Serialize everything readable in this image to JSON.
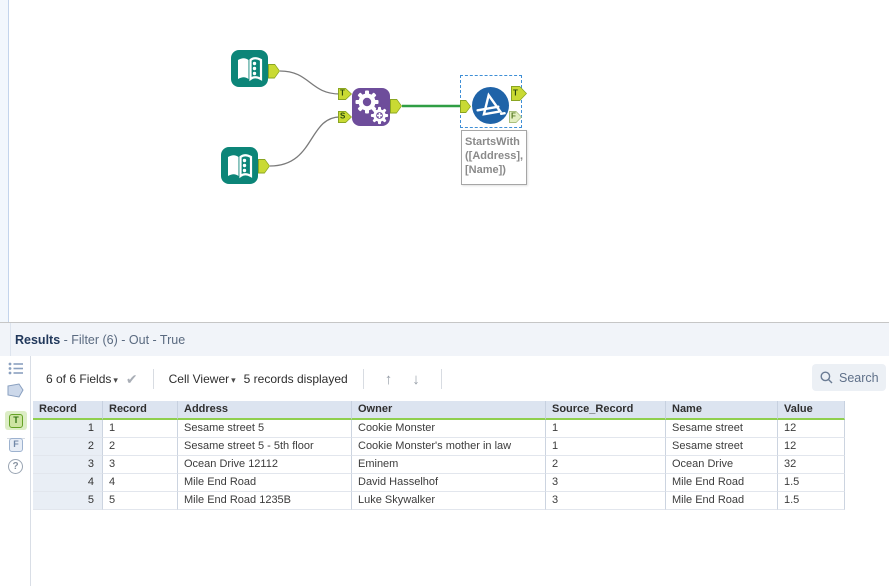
{
  "canvas": {
    "tools": {
      "input1": {
        "name": "input-data-tool"
      },
      "input2": {
        "name": "input-data-tool"
      },
      "append_fields": {
        "name": "append-fields-tool",
        "input_top": "T",
        "input_bottom": "S"
      },
      "filter": {
        "name": "filter-tool",
        "output_true": "T",
        "output_false": "F"
      }
    },
    "annotation_text": "StartsWith\n([Address],\n[Name])",
    "colors": {
      "input_teal": "#0c8578",
      "append_purple": "#6e4d9b",
      "filter_blue": "#1f63a8",
      "anchor_green": "#c9da33",
      "wire_green": "#2f9e44",
      "selection_blue": "#3f8fd6",
      "header_underline_green": "#8fcf4e"
    }
  },
  "results": {
    "title": "Results",
    "subtitle": " - Filter (6) - Out - True",
    "toolbar": {
      "fields_label": "6 of 6 Fields",
      "cell_viewer_label": "Cell Viewer",
      "records_label": "5 records displayed"
    },
    "icons": {
      "chevron_down": "▾",
      "check": "✔",
      "arrow_up": "↑",
      "arrow_down": "↓",
      "help": "?"
    },
    "rail": {
      "true_label": "T",
      "false_label": "F"
    },
    "search": {
      "placeholder": "Search"
    },
    "table": {
      "columns": [
        "Record",
        "Record",
        "Address",
        "Owner",
        "Source_Record",
        "Name",
        "Value"
      ],
      "rows": [
        [
          "1",
          "1",
          "Sesame street 5",
          "Cookie Monster",
          "1",
          "Sesame street",
          "12"
        ],
        [
          "2",
          "2",
          "Sesame street 5 - 5th floor",
          "Cookie Monster's mother in law",
          "1",
          "Sesame street",
          "12"
        ],
        [
          "3",
          "3",
          "Ocean Drive 12112",
          "Eminem",
          "2",
          "Ocean Drive",
          "32"
        ],
        [
          "4",
          "4",
          "Mile End Road",
          "David Hasselhof",
          "3",
          "Mile End Road",
          "1.5"
        ],
        [
          "5",
          "5",
          "Mile End Road 1235B",
          "Luke Skywalker",
          "3",
          "Mile End Road",
          "1.5"
        ]
      ]
    }
  }
}
